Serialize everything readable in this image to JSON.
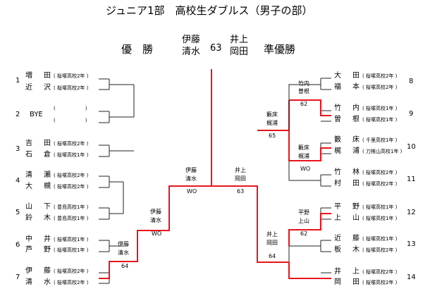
{
  "title": "ジュニア1部　高校生ダブルス（男子の部）",
  "final": {
    "champion_label": "優　勝",
    "champion_pair": [
      "伊藤",
      "清水"
    ],
    "score": "63",
    "runnerup_pair": [
      "井上",
      "岡田"
    ],
    "runnerup_label": "準優勝"
  },
  "left_entries": [
    {
      "num": "1",
      "players": [
        {
          "family": "増",
          "given": "田",
          "school": "( 桜塚高校2年 )"
        },
        {
          "family": "近",
          "given": "沢",
          "school": "( 桜塚高校2年 )"
        }
      ]
    },
    {
      "num": "2",
      "bye": "BYE",
      "players": [
        {
          "family": "",
          "given": "",
          "school": "(　　　　　　)"
        },
        {
          "family": "",
          "given": "",
          "school": "(　　　　　　)"
        }
      ]
    },
    {
      "num": "3",
      "players": [
        {
          "family": "吉",
          "given": "田",
          "school": "( 桜塚高校2年 )"
        },
        {
          "family": "石",
          "given": "倉",
          "school": "( 桜塚高校1年 )"
        }
      ]
    },
    {
      "num": "4",
      "players": [
        {
          "family": "清",
          "given": "瀬",
          "school": "( 桜塚高校2年 )"
        },
        {
          "family": "大",
          "given": "槻",
          "school": "( 桜塚高校2年 )"
        }
      ]
    },
    {
      "num": "5",
      "players": [
        {
          "family": "山",
          "given": "下",
          "school": "( 豊島高校1年 )"
        },
        {
          "family": "鈴",
          "given": "木",
          "school": "( 豊島高校1年 )"
        }
      ]
    },
    {
      "num": "6",
      "players": [
        {
          "family": "中",
          "given": "井",
          "school": "( 桜塚高校1年 )"
        },
        {
          "family": "芦",
          "given": "野",
          "school": "( 桜塚高校1年 )"
        }
      ]
    },
    {
      "num": "7",
      "players": [
        {
          "family": "伊",
          "given": "藤",
          "school": "( 桜塚高校2年 )"
        },
        {
          "family": "清",
          "given": "水",
          "school": "( 桜塚高校2年 )"
        }
      ]
    }
  ],
  "right_entries": [
    {
      "num": "8",
      "players": [
        {
          "family": "大",
          "given": "田",
          "school": "( 桜塚高校2年 )"
        },
        {
          "family": "福",
          "given": "本",
          "school": "( 桜塚高校2年 )"
        }
      ]
    },
    {
      "num": "9",
      "players": [
        {
          "family": "竹",
          "given": "内",
          "school": "( 桜塚高校1年 )"
        },
        {
          "family": "曽",
          "given": "根",
          "school": "( 桜塚高校1年 )"
        }
      ]
    },
    {
      "num": "10",
      "players": [
        {
          "family": "籔",
          "given": "床",
          "school": "( 千里高校1年 )"
        },
        {
          "family": "梶",
          "given": "浦",
          "school": "( 刀根山高校1年 )"
        }
      ]
    },
    {
      "num": "11",
      "players": [
        {
          "family": "竹",
          "given": "林",
          "school": "( 桜塚高校2年 )"
        },
        {
          "family": "村",
          "given": "田",
          "school": "( 桜塚高校2年 )"
        }
      ]
    },
    {
      "num": "12",
      "players": [
        {
          "family": "平",
          "given": "野",
          "school": "( 桜塚高校1年 )"
        },
        {
          "family": "上",
          "given": "山",
          "school": "( 桜塚高校1年 )"
        }
      ]
    },
    {
      "num": "13",
      "players": [
        {
          "family": "近",
          "given": "藤",
          "school": "( 桜塚高校1年 )"
        },
        {
          "family": "板",
          "given": "木",
          "school": "( 桜塚高校2年 )"
        }
      ]
    },
    {
      "num": "14",
      "players": [
        {
          "family": "井",
          "given": "上",
          "school": "( 桜塚高校2年 )"
        },
        {
          "family": "岡",
          "given": "田",
          "school": "( 桜塚高校2年 )"
        }
      ]
    }
  ],
  "left_results": [
    {
      "winner": [
        "伊藤",
        "清水"
      ],
      "score": "64"
    },
    {
      "winner": [
        "伊藤",
        "清水"
      ],
      "score": "WO"
    },
    {
      "winner": [
        "伊藤",
        "清水"
      ],
      "score": "WO"
    }
  ],
  "right_results": [
    {
      "winner": [
        "竹内",
        "曽根"
      ],
      "score": "62"
    },
    {
      "winner": [
        "籔床",
        "梶浦"
      ],
      "score": "WO"
    },
    {
      "winner": [
        "籔床",
        "梶浦"
      ],
      "score": "65"
    },
    {
      "winner": [
        "平野",
        "上山"
      ],
      "score": "62"
    },
    {
      "winner": [
        "井上",
        "岡田"
      ],
      "score": "64"
    },
    {
      "winner": [
        "井上",
        "岡田"
      ],
      "score": "63"
    }
  ],
  "colors": {
    "winner_line": "#e8141c",
    "line": "#222222"
  }
}
